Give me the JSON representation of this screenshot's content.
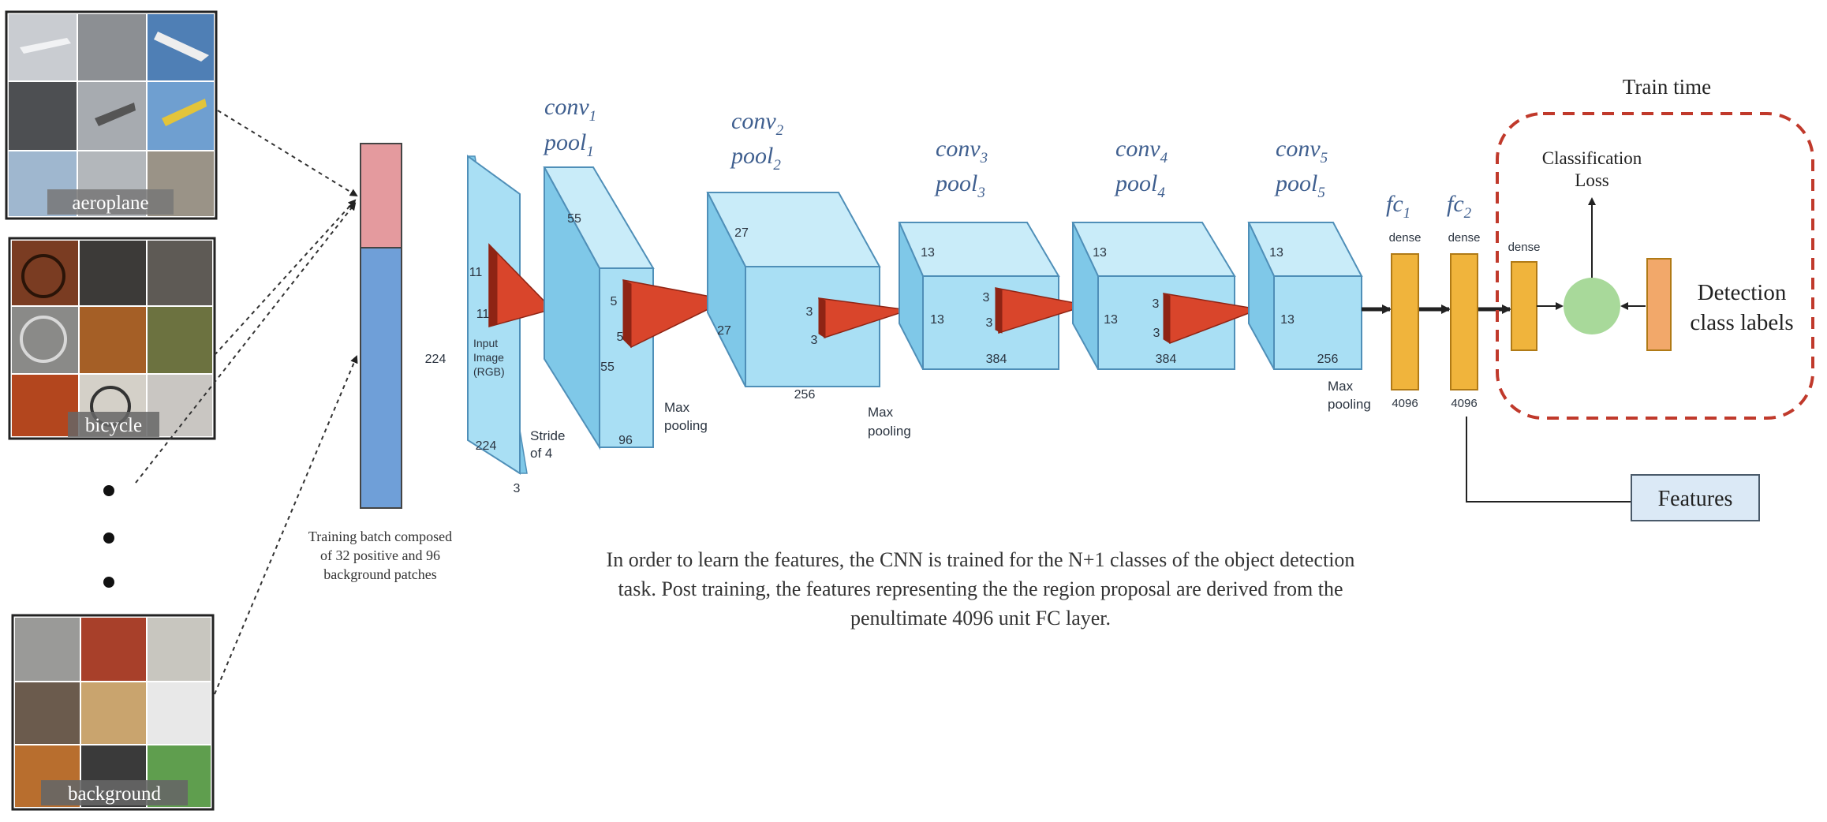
{
  "colors": {
    "cube_face": "#a9dff4",
    "cube_side": "#7fc8e8",
    "cube_top": "#c9ecf9",
    "cube_edge": "#4f8fb8",
    "kernel": "#d9452b",
    "kernel_dark": "#8f2414",
    "fc_fill": "#f0b43c",
    "fc_edge": "#b07a16",
    "label_box_fill": "#f2a86a",
    "loss_circle": "#a8d99a",
    "dash_box": "#c0392b",
    "features_fill": "#dbe9f6",
    "features_edge": "#4a5a6a",
    "batch_pos": "#e49a9e",
    "batch_neg": "#6f9fd8",
    "italic_label": "#3f5f8f",
    "tag_bg": "#666666"
  },
  "patch_groups": {
    "aeroplane_label": "aeroplane",
    "bicycle_label": "bicycle",
    "background_label": "background",
    "ellipsis": "• • •"
  },
  "batch": {
    "caption_lines": [
      "Training batch composed",
      "of 32 positive and 96",
      "background patches"
    ]
  },
  "network": {
    "input_plane": {
      "size_left": "224",
      "size_bottom": "224",
      "depth": "3",
      "label_lines": [
        "Input",
        "Image",
        "(RGB)"
      ],
      "kernel_a": "11",
      "kernel_b": "11",
      "stride_lines": [
        "Stride",
        "of 4"
      ]
    },
    "layers": [
      {
        "conv": "conv",
        "pool": "pool",
        "sub": "1",
        "h": "55",
        "w": "55",
        "d": "96",
        "ka": "5",
        "kb": "5"
      },
      {
        "conv": "conv",
        "pool": "pool",
        "sub": "2",
        "h": "27",
        "w": "27",
        "d": "256",
        "ka": "3",
        "kb": "3"
      },
      {
        "conv": "conv",
        "pool": "pool",
        "sub": "3",
        "h": "13",
        "w": "13",
        "d": "384",
        "ka": "3",
        "kb": "3"
      },
      {
        "conv": "conv",
        "pool": "pool",
        "sub": "4",
        "h": "13",
        "w": "13",
        "d": "384",
        "ka": "3",
        "kb": "3"
      },
      {
        "conv": "conv",
        "pool": "pool",
        "sub": "5",
        "h": "13",
        "w": "13",
        "d": "256"
      }
    ],
    "max_pooling": [
      "Max",
      "pooling"
    ],
    "fc": [
      {
        "name": "fc",
        "sub": "1",
        "kind": "dense",
        "units": "4096"
      },
      {
        "name": "fc",
        "sub": "2",
        "kind": "dense",
        "units": "4096"
      }
    ],
    "extra_dense": "dense"
  },
  "train_time": {
    "title": "Train time",
    "loss_lines": [
      "Classification",
      "Loss"
    ],
    "labels_lines": [
      "Detection",
      "class labels"
    ]
  },
  "features_box": "Features",
  "description_lines": [
    "In order to learn the features, the CNN is trained for the N+1 classes of the object detection",
    "task. Post training, the features representing the the region proposal are derived from the",
    "penultimate 4096 unit FC layer."
  ]
}
